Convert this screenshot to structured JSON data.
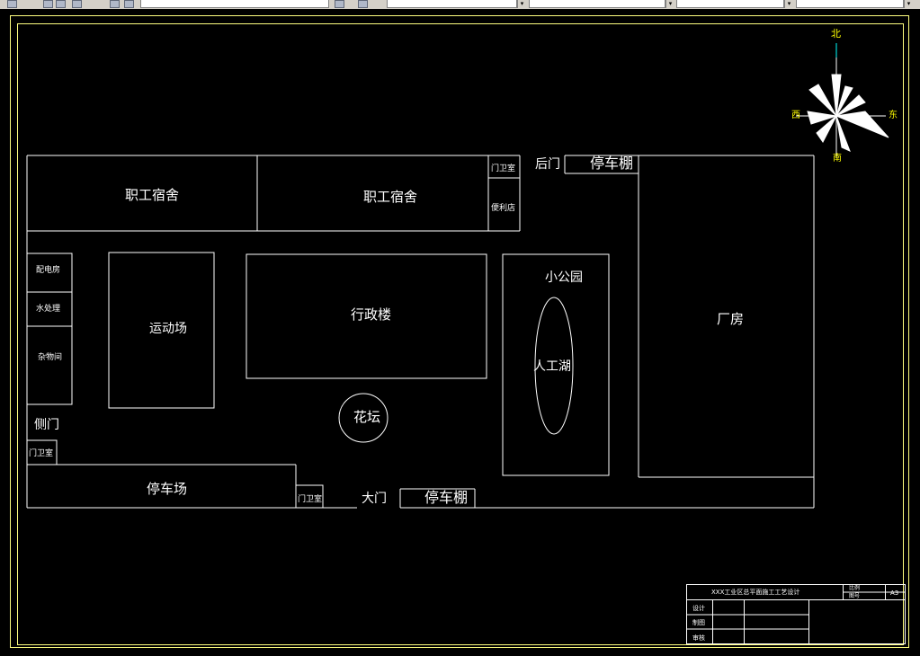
{
  "toolbar": {
    "segments": [
      "",
      "",
      "",
      "",
      ""
    ]
  },
  "plan": {
    "dorm_west": "职工宿舍",
    "dorm_east": "职工宿舍",
    "gatehouse_north": "门卫室",
    "store": "便利店",
    "back_gate": "后门",
    "shed_north": "停车棚",
    "power_room": "配电房",
    "water_room": "水处理",
    "storage": "杂物间",
    "sports_field": "运动场",
    "admin_building": "行政楼",
    "small_park": "小公园",
    "lake": "人工湖",
    "factory": "厂房",
    "flower_bed": "花坛",
    "side_gate": "侧门",
    "gatehouse_west": "门卫室",
    "parking_lot": "停车场",
    "gatehouse_south": "门卫室",
    "main_gate": "大门",
    "shed_south": "停车棚"
  },
  "compass": {
    "north": "北",
    "south": "南",
    "east": "东",
    "west": "西"
  },
  "title_block": {
    "title": "XXX工业区总平面施工工艺设计",
    "ratio_label": "比例",
    "sheet_label": "图号",
    "sheet_size": "A3",
    "design": "设计",
    "drawing": "制图",
    "review": "审核"
  },
  "colors": {
    "background": "#000000",
    "lines": "#ffffff",
    "frame": "#ffff80",
    "compass_labels": "#ffff00",
    "north_label": "#00ffff"
  }
}
